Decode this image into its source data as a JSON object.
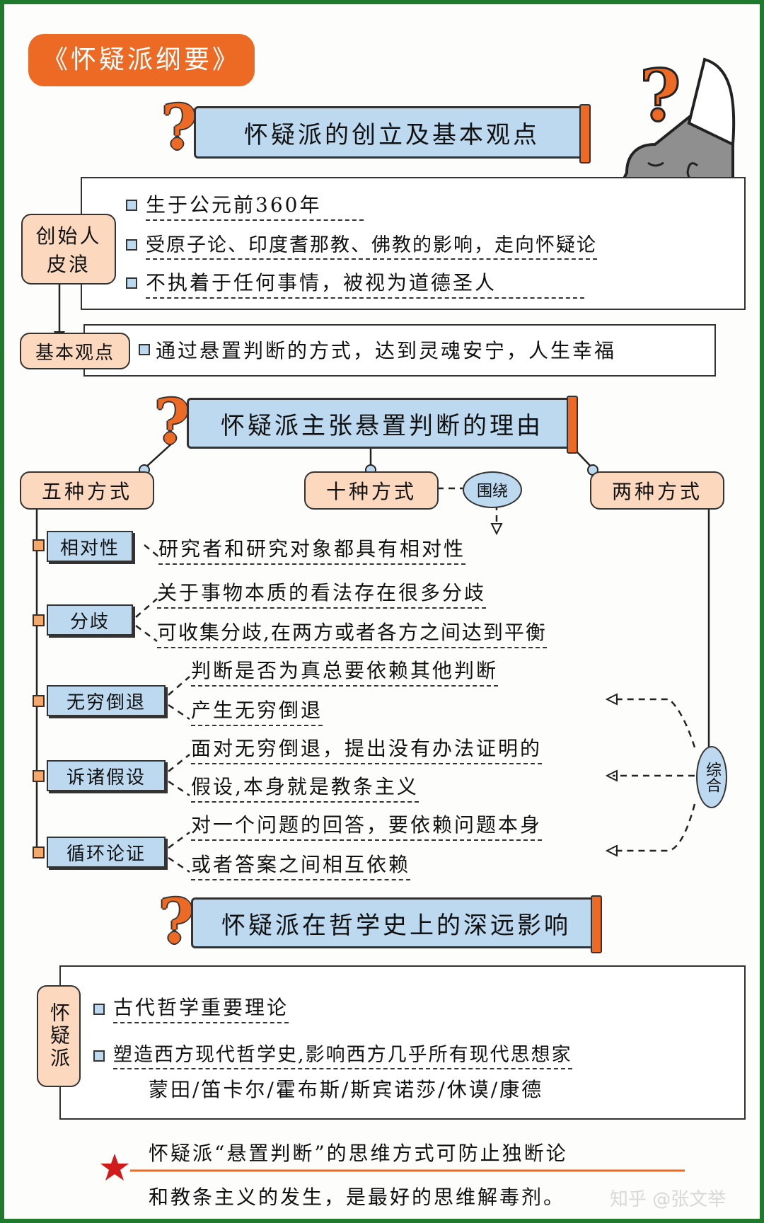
{
  "title": "《怀疑派纲要》",
  "section1": {
    "heading": "怀疑派的创立及基本观点",
    "founder_label_line1": "创始人",
    "founder_label_line2": "皮浪",
    "founder_items": [
      "生于公元前360年",
      "受原子论、印度耆那教、佛教的影响，走向怀疑论",
      "不执着于任何事情，被视为道德圣人"
    ],
    "basic_view_label": "基本观点",
    "basic_view_text": "通过悬置判断的方式，达到灵魂安宁，人生幸福"
  },
  "section2": {
    "heading": "怀疑派主张悬置判断的理由",
    "branches": [
      "五种方式",
      "十种方式",
      "两种方式"
    ],
    "surround_label": "围绕",
    "combine_label": "综合",
    "items": [
      {
        "label": "相对性",
        "lines": [
          "研究者和研究对象都具有相对性"
        ]
      },
      {
        "label": "分歧",
        "lines": [
          "关于事物本质的看法存在很多分歧",
          "可收集分歧,在两方或者各方之间达到平衡"
        ]
      },
      {
        "label": "无穷倒退",
        "lines": [
          "判断是否为真总要依赖其他判断",
          "产生无穷倒退"
        ]
      },
      {
        "label": "诉诸假设",
        "lines": [
          "面对无穷倒退，提出没有办法证明的",
          "假设,本身就是教条主义"
        ]
      },
      {
        "label": "循环论证",
        "lines": [
          "对一个问题的回答，要依赖问题本身",
          "或者答案之间相互依赖"
        ]
      }
    ]
  },
  "section3": {
    "heading": "怀疑派在哲学史上的深远影响",
    "side_label": "怀疑派",
    "items": [
      "古代哲学重要理论",
      "塑造西方现代哲学史,影响西方几乎所有现代思想家"
    ],
    "thinkers": "蒙田/笛卡尔/霍布斯/斯宾诺莎/休谟/康德"
  },
  "conclusion": {
    "line1": "怀疑派“悬置判断”的思维方式可防止独断论",
    "line2": "和教条主义的发生，是最好的思维解毒剂。"
  },
  "watermark": "知乎 @张文举",
  "colors": {
    "orange": "#ec6a24",
    "blue": "#bcd9ef",
    "peach": "#fbd8be",
    "frame": "#1f7a2e",
    "star": "#d11a1a"
  }
}
